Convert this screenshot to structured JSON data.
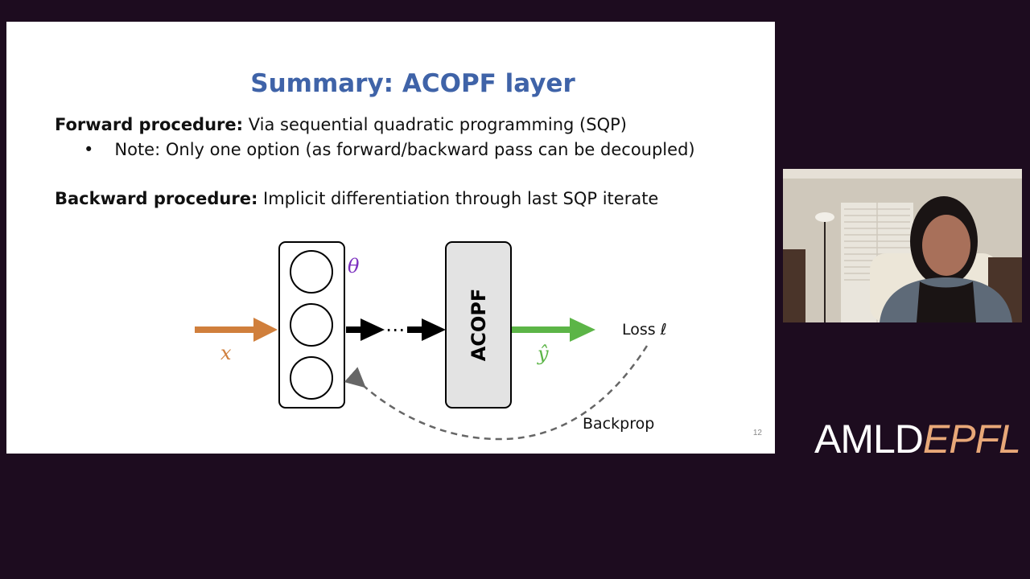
{
  "slide": {
    "title": "Summary: ACOPF layer",
    "forward_label": "Forward procedure:",
    "forward_text": " Via sequential quadratic programming (SQP)",
    "bullet_marker": "•",
    "note_text": "Note: Only one option (as forward/backward pass can be decoupled)",
    "backward_label": "Backward procedure:",
    "backward_text": " Implicit differentiation through last SQP iterate",
    "page_number": "12"
  },
  "diagram": {
    "input_symbol": "x",
    "param_symbol": "θ",
    "dots": "⋯",
    "layer_label": "ACOPF",
    "output_symbol": "ŷ",
    "loss_label": "Loss ℓ",
    "backprop_label": "Backprop",
    "colors": {
      "input_arrow": "#d07f3c",
      "output_arrow": "#5cb547",
      "param": "#7b2fbf",
      "layer_fill": "#e3e3e3"
    }
  },
  "logo": {
    "part1": "AMLD",
    "part2": "EPFL"
  }
}
